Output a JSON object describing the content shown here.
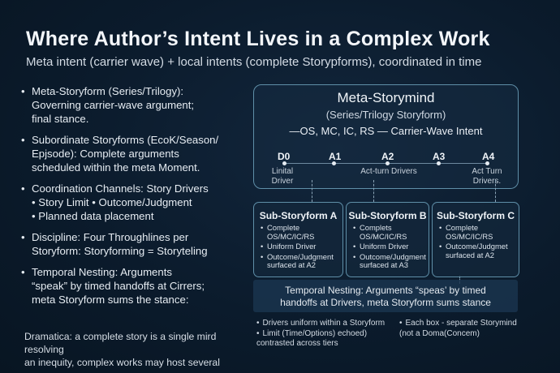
{
  "title": "Where Author’s Intent Lives in a Complex Work",
  "subtitle": "Meta intent (carrier wave) + local intents (complete Storypforms), coordinated in time",
  "bullets": [
    {
      "lines": [
        "Meta-Storyform (Series/Trilogy):",
        "Governing carrier-wave argument;",
        "final stance."
      ]
    },
    {
      "lines": [
        "Subordinate Storyforms (EcoK/Season/",
        "Epjsode): Complete arguments",
        "scheduled within the meta Moment."
      ]
    },
    {
      "lines": [
        "Coordination Channels: Story Drivers",
        "• Story Limit • Outcome/Judgment",
        "• Planned data placement"
      ]
    },
    {
      "lines": [
        "Discipline: Four Throughlines per",
        "Storyform: Storyforming = Storyteling"
      ]
    },
    {
      "lines": [
        "Temporal Nesting: Arguments",
        "“speak” by timed handoffs at Cirrers;",
        "meta Storyform sums the stance:"
      ]
    }
  ],
  "note": [
    "Dramatica: a complete story is a single mird resolving",
    "an inequity, complex works may host several"
  ],
  "meta": {
    "title": "Meta-Storymind",
    "subtitle": "(Series/Trilogy Storyform)",
    "line": "—OS, MC, IC, RS — Carrier-Wave Intent"
  },
  "stages": [
    {
      "label": "D0",
      "desc": "Linital\nDriver"
    },
    {
      "label": "A1",
      "desc": ""
    },
    {
      "label": "A2",
      "desc": "Act-turn Drivers"
    },
    {
      "label": "A3",
      "desc": ""
    },
    {
      "label": "A4",
      "desc": "Act Turn\nDrivers."
    }
  ],
  "substoryforms": [
    {
      "title": "Sub-Storyform A",
      "items": [
        "Complete OS/MC/IC/RS",
        "Uniform Driver",
        "Outcome/Judgment surfaced at A2"
      ]
    },
    {
      "title": "Sub-Storyform B",
      "items": [
        "Complets OS/MC/IC/RS",
        "Uniform Driver",
        "Outcome/Judgment surfaced at A3"
      ]
    },
    {
      "title": "Sub-Storyform C",
      "items": [
        "Complete OS/MC/IC/RS",
        "Outcome/Judgmet surfaced at A2"
      ]
    }
  ],
  "temporal": [
    "Temporal Nesting: Arguments “speas’ by timed",
    "handoffs at Drivers, meta Storyform sums stance"
  ],
  "footnotes": {
    "left": [
      "Drivers uniform within a Storyform",
      "Limit (Time/Options) echoed) contrasted across tiers"
    ],
    "right": [
      "Each box - separate Storymind (not a Doma(Concem)"
    ]
  },
  "colors": {
    "background": "#0b1b2c",
    "border": "#5f8fa8",
    "text": "#e9eef4"
  }
}
